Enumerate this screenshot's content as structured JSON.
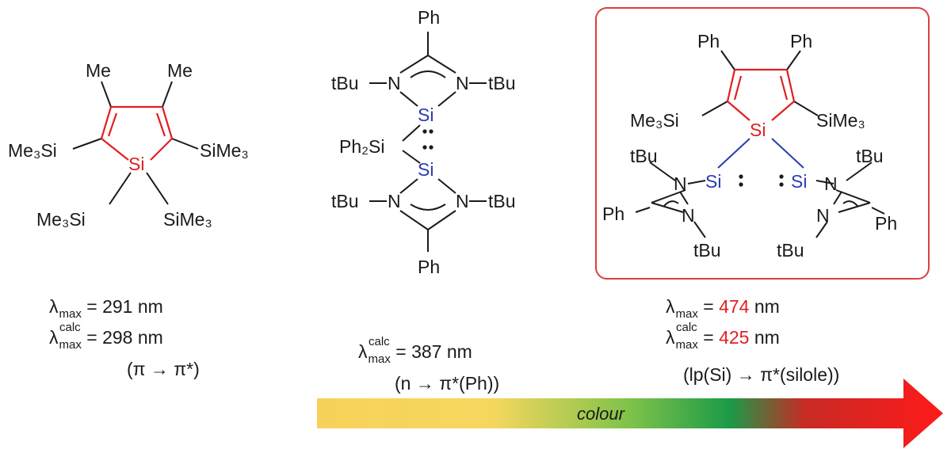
{
  "molecule_1": {
    "me_left": "Me",
    "me_right": "Me",
    "si": "Si",
    "me3si_left": "Me₃Si",
    "sime3_right": "SiMe₃",
    "me3si_bottom": "Me₃Si",
    "sime3_bottom": "SiMe₃",
    "lambda_max_value": "291",
    "lambda_calc_value": "298",
    "unit": "nm",
    "transition": "(π → π*)"
  },
  "molecule_2": {
    "ph_top": "Ph",
    "ph_bottom": "Ph",
    "tbu_tl": "tBu",
    "tbu_tr": "tBu",
    "tbu_bl": "tBu",
    "tbu_br": "tBu",
    "n": "N",
    "si": "Si",
    "ph2si": "Ph₂Si",
    "lambda_calc_value": "387",
    "unit": "nm",
    "transition": "(n → π*(Ph))"
  },
  "molecule_3": {
    "ph_left": "Ph",
    "ph_right": "Ph",
    "me3si": "Me₃Si",
    "sime3": "SiMe₃",
    "si_center": "Si",
    "si_left": "Si",
    "si_right": "Si",
    "tbu_tl": "tBu",
    "tbu_bl": "tBu",
    "tbu_tr": "tBu",
    "tbu_br": "tBu",
    "n": "N",
    "ph_amidine_left": "Ph",
    "ph_amidine_right": "Ph",
    "lambda_max_value": "474",
    "lambda_calc_value": "425",
    "unit": "nm",
    "transition": "(lp(Si) → π*(silole))"
  },
  "lambda": {
    "symbol": "λ",
    "sub": "max",
    "sup": "calc",
    "eq": "="
  },
  "arrow": {
    "label": "colour"
  },
  "colors": {
    "accent": "#e02020",
    "silicon": "#2b3bb0",
    "box": "#d94040",
    "grad_start": "#f7d25a",
    "grad_mid": "#2aa84a",
    "grad_end": "#ff1a1a"
  }
}
